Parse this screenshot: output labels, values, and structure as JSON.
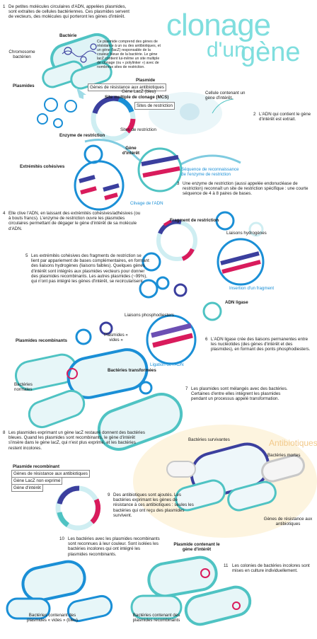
{
  "title": {
    "line1": "clonage",
    "line2": "d'un",
    "line3": "gène"
  },
  "step1": {
    "num": "1",
    "text": "De petites molécules circulaires d'ADN, appelées plasmides, sont extraites de cellules bactériennes. Ces plasmides servent de vecteurs, des molécules qui porteront les gènes d'intérêt."
  },
  "labels": {
    "bacterie": "Bactérie",
    "chromosome": "Chromosome bactérien",
    "plasmides": "Plasmides",
    "plasmide_note": "Ce plasmide comprend des gènes de résistance à un ou des antibiotiques, et un gène (lacZ) responsable de la couleur bleue de la bactérie. Le gène lacZ contient lui-même un site multiple de clonage (ou « polylinker ») avec de nombreux sites de restriction.",
    "plasmide": "Plasmide",
    "resistance": "Gènes de résistance aux antibiotiques",
    "lacz_bleu": "Gène LacZ (bleu)",
    "mcs": "Site multiple de clonage (MCS)",
    "sites_restriction": "Sites de restriction",
    "cellule": "Cellule contenant un gène d'intérêt.",
    "enzyme": "Enzyme de restriction",
    "sites_restriction2": "Sites de restriction",
    "gene_interet": "Gène d'intérêt",
    "extremites": "Extrémités cohésives",
    "sequence": "Séquence de reconnaissance de l'enzyme de restriction",
    "clivage": "Clivage de l'ADN",
    "fragment": "Fragment de restriction",
    "liaisons_h": "Liaisons hydrogènes",
    "insertion": "Insertion d'un fragment",
    "adn_ligase": "ADN ligase",
    "liaisons_p": "Liaisons phosphodiesters",
    "ligation": "Ligation de l'ADN",
    "plasmides_recomb": "Plasmides recombinants",
    "plasmides_vides": "Plasmides « vides »",
    "bacteries_transformees": "Bactéries transformées",
    "bacteries_normales": "Bactéries normales",
    "antibiotiques": "Antibiotiques",
    "bacteries_survivantes": "Bactéries survivantes",
    "bacteries_mortes": "Bactéries mortes",
    "genes_resistance": "Gènes de résistance aux antibiotiques",
    "plasmide_recomb_title": "Plasmide recombinant",
    "pr_line1": "Gènes de résistance aux antibiotiques",
    "pr_line2": "Gène LacZ non exprimé",
    "pr_line3": "Gène d'intérêt",
    "bact_vides": "Bactéries contenant des plasmides « vides » (bleu)",
    "bact_recomb": "Bactéries contenant des plasmides recombinants",
    "plasmide_contenant": "Plasmide contenant le gène d'intérêt"
  },
  "steps": {
    "s2": {
      "num": "2",
      "text": "L'ADN qui contient le gène d'intérêt est extrait."
    },
    "s3": {
      "num": "3",
      "text": "Une enzyme de restriction (aussi appelée endonucléase de restriction) reconnaît un site de restriction spécifique : une courte séquence de 4 à 8 paires de bases."
    },
    "s4": {
      "num": "4",
      "text": "Elle clive l'ADN, en laissant des extrémités cohésives/adhésives (ou à bouts francs). L'enzyme de restriction ouvre les plasmides circulaires permettant de dégager le gène d'intérêt de sa molécule d'ADN."
    },
    "s5": {
      "num": "5",
      "text": "Les extrémités cohésives des fragments de restriction se lient par appariement de bases complémentaires, en formant des liaisons hydrogènes (liaisons faibles). Quelques gènes d'intérêt sont intégrés aux plasmides vecteurs pour donner des plasmides recombinants. Les autres plasmides (~99%), qui n'ont pas intégré les gènes d'intérêt, se recircularisent."
    },
    "s6": {
      "num": "6",
      "text": "L'ADN ligase crée des liaisons permanentes entre les nucléotides (des gènes d'intérêt et des plasmides), en formant des ponts phosphodiesters."
    },
    "s7": {
      "num": "7",
      "text": "Les plasmides sont mélangés avec des bactéries. Certaines d'entre elles intègrent les plasmides pendant un processus appelé transformation."
    },
    "s8": {
      "num": "8",
      "text": "Les plasmides exprimant un gène lacZ restauré donnent des bactéries bleues. Quand les plasmides sont recombinants, le gène d'intérêt s'insère dans le gène lacZ, qui n'est plus exprimé, et les bactéries restent incolores."
    },
    "s9": {
      "num": "9",
      "text": "Des antibiotiques sont ajoutés. Les bactéries exprimant les gènes de résistance à ces antibiotiques : seules les bactéries qui ont reçu des plasmides survivent."
    },
    "s10": {
      "num": "10",
      "text": "Les bactéries avec les plasmides recombinants sont reconnues à leur couleur. Sont isolées les bactéries incolores qui ont intégré les plasmides recombinants."
    },
    "s11": {
      "num": "11",
      "text": "Les colonies de bactéries incolores sont mises en culture individuellement."
    }
  },
  "colors": {
    "teal": "#4fc3c3",
    "blue": "#1a8fd6",
    "purple": "#3b3f9e",
    "red": "#d91b5c",
    "light": "#cfeef2",
    "title": "#7fdede",
    "antibio": "#f2c98a"
  }
}
